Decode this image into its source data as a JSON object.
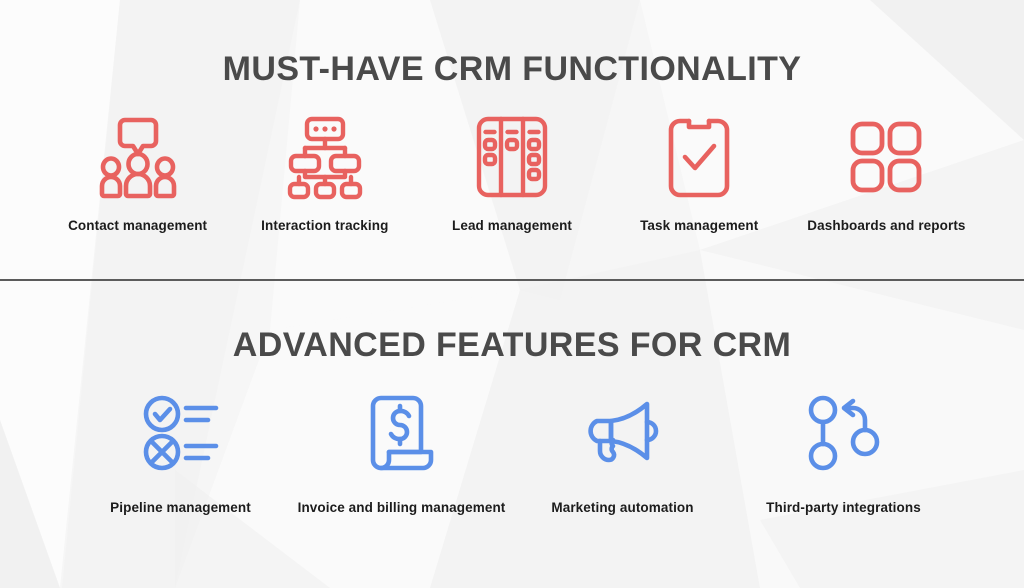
{
  "theme": {
    "background": "#f6f6f6",
    "title_color": "#4a4a4a",
    "label_color": "#1c1c1c",
    "divider_color": "#5b5b5b",
    "accent_red": "#e8625f",
    "accent_blue": "#5b8fe8"
  },
  "sections": [
    {
      "id": "must-have",
      "title": "MUST-HAVE CRM FUNCTIONALITY",
      "accent": "#e8625f",
      "items": [
        {
          "label": "Contact management",
          "icon": "contacts-group-icon"
        },
        {
          "label": "Interaction tracking",
          "icon": "org-chart-icon"
        },
        {
          "label": "Lead management",
          "icon": "kanban-board-icon"
        },
        {
          "label": "Task management",
          "icon": "clipboard-check-icon"
        },
        {
          "label": "Dashboards and reports",
          "icon": "grid-four-icon"
        }
      ]
    },
    {
      "id": "advanced",
      "title": "ADVANCED FEATURES FOR CRM",
      "accent": "#5b8fe8",
      "items": [
        {
          "label": "Pipeline management",
          "icon": "check-x-list-icon"
        },
        {
          "label": "Invoice and billing management",
          "icon": "invoice-dollar-icon"
        },
        {
          "label": "Marketing automation",
          "icon": "megaphone-icon"
        },
        {
          "label": "Third-party integrations",
          "icon": "nodes-link-icon"
        }
      ]
    }
  ]
}
